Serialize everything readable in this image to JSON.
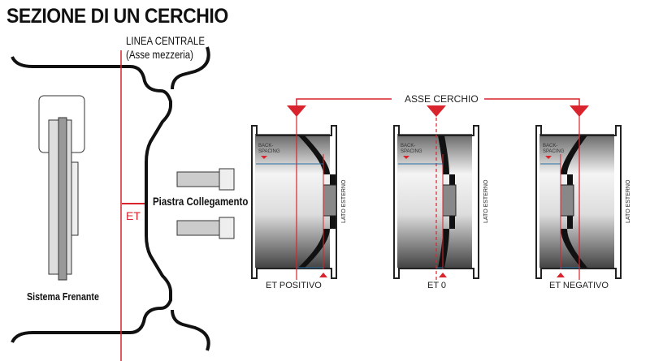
{
  "title": "SEZIONE DI UN CERCHIO",
  "centerline": {
    "label": "LINEA CENTRALE",
    "sublabel": "(Asse mezzeria)"
  },
  "labels": {
    "et": "ET",
    "hub": "Piastra Collegamento",
    "brake": "Sistema Frenante",
    "axis": "ASSE CERCHIO"
  },
  "wheels": [
    {
      "caption": "ET POSITIVO",
      "backspacing": "BACK-\nSPACING",
      "side": "LATO ESTERNO"
    },
    {
      "caption": "ET 0",
      "backspacing": "BACK-\nSPACING",
      "side": "LATO ESTERNO"
    },
    {
      "caption": "ET NEGATIVO",
      "backspacing": "BACK-\nSPACING",
      "side": "LATO ESTERNO"
    }
  ],
  "colors": {
    "red": "#d9232d",
    "blue": "#2a6fa0",
    "black": "#111111"
  }
}
